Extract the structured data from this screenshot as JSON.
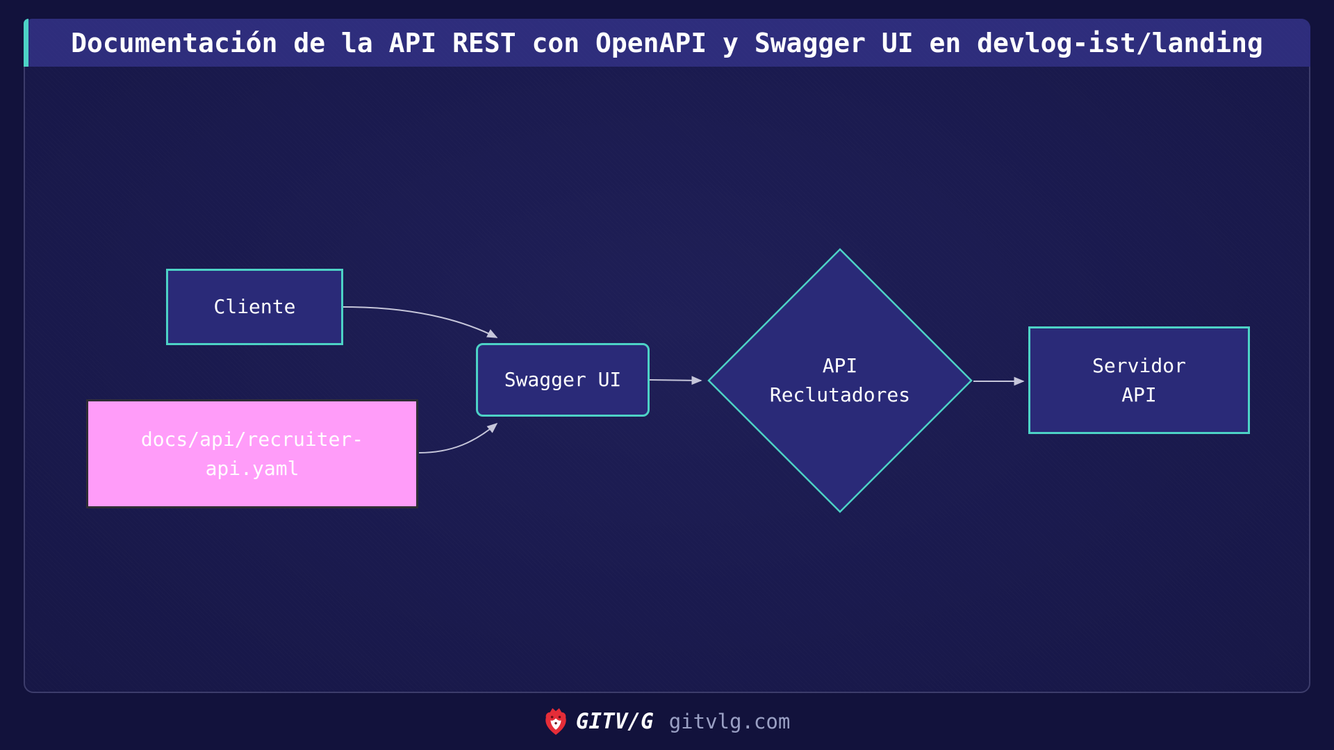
{
  "title": "Documentación de la API REST con OpenAPI y Swagger UI en devlog-ist/landing",
  "diagram": {
    "nodes": {
      "cliente": {
        "label": "Cliente",
        "shape": "rectangle"
      },
      "spec_file": {
        "label": "docs/api/recruiter-api.yaml",
        "line1": "docs/api/recruiter-",
        "line2": "api.yaml",
        "shape": "rectangle",
        "fill": "#ff9cf9"
      },
      "swagger_ui": {
        "label": "Swagger UI",
        "shape": "rounded-rectangle"
      },
      "api_reclutadores": {
        "label": "API Reclutadores",
        "line1": "API",
        "line2": "Reclutadores",
        "shape": "diamond"
      },
      "servidor_api": {
        "label": "Servidor API",
        "line1": "Servidor",
        "line2": "API",
        "shape": "rectangle"
      }
    },
    "edges": [
      {
        "from": "cliente",
        "to": "swagger_ui"
      },
      {
        "from": "spec_file",
        "to": "swagger_ui"
      },
      {
        "from": "swagger_ui",
        "to": "api_reclutadores"
      },
      {
        "from": "api_reclutadores",
        "to": "servidor_api"
      }
    ]
  },
  "footer": {
    "brand": "GITV/G",
    "domain": "gitvlg.com",
    "icon": "lion-icon"
  },
  "colors": {
    "page-bg": "#12123c",
    "panel-bg": "#1a1a4e",
    "panel-border": "#3c3c6b",
    "titlebar-bg": "#2e2d7c",
    "accent-teal": "#4dd2c6",
    "node-fill": "#2a2a78",
    "node-border": "#4dd2c6",
    "pink-fill": "#ff9cf9",
    "pink-border": "#2e2e35",
    "edge-color": "#c6c6da",
    "text-white": "#ffffff",
    "domain-text": "#9aa0c4",
    "lion-red": "#e52d38"
  }
}
